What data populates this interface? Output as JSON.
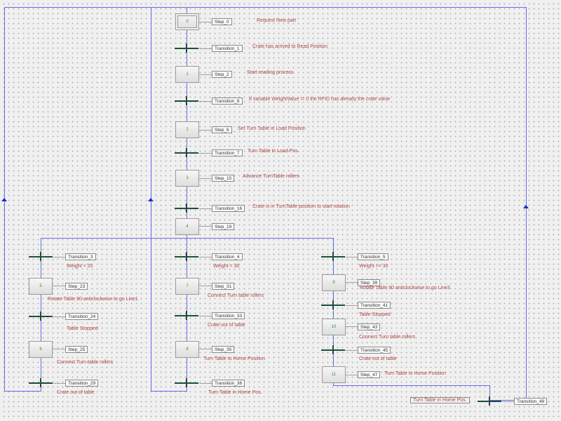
{
  "diagram": {
    "type": "SFC / Grafcet sequence",
    "colors": {
      "link": "#6a6ae8",
      "comment": "#b04545",
      "step_number": "#2a9a2a",
      "transition": "#1f4d40"
    },
    "steps": [
      {
        "id": "s0",
        "number": "0",
        "name": "Step_0",
        "comment": "Request New part",
        "initial": true
      },
      {
        "id": "s1",
        "number": "1",
        "name": "Step_2",
        "comment": "Start reading process"
      },
      {
        "id": "s2",
        "number": "2",
        "name": "Step_6",
        "comment": "Set Turn Table in Load Position"
      },
      {
        "id": "s3",
        "number": "3",
        "name": "Step_15",
        "comment": "Advance TurnTable rollers"
      },
      {
        "id": "s4",
        "number": "4",
        "name": "Step_19",
        "comment": ""
      },
      {
        "id": "s5",
        "number": "5",
        "name": "Step_23",
        "comment": "Rotate Table 90 anticlockwise to go Line1"
      },
      {
        "id": "s6",
        "number": "6",
        "name": "Step_25",
        "comment": "Connect Turn table rollers"
      },
      {
        "id": "s7",
        "number": "7",
        "name": "Step_31",
        "comment": "Connect Turn table rollers"
      },
      {
        "id": "s8",
        "number": "8",
        "name": "Step_35",
        "comment": "Turn Table to Home Position"
      },
      {
        "id": "s9",
        "number": "9",
        "name": "Step_39",
        "comment": "Rotate Table 90 anticlockwise to go Line3"
      },
      {
        "id": "s10",
        "number": "10",
        "name": "Step_43",
        "comment": "Connect Turn table rollers"
      },
      {
        "id": "s11",
        "number": "11",
        "name": "Step_47",
        "comment": "Turn Table to Home Position"
      }
    ],
    "transitions": [
      {
        "id": "t1",
        "name": "Transition_1",
        "comment": "Crate has arrived to Read Position"
      },
      {
        "id": "t8",
        "name": "Transition_8",
        "comment": "If variable WeightValue != 0 the RFID has already the crate value"
      },
      {
        "id": "t7",
        "name": "Transition_7",
        "comment": "Turn Table in Load Pos."
      },
      {
        "id": "t16",
        "name": "Transition_16",
        "comment": "Crate is in TurnTable position to start rotation"
      },
      {
        "id": "t3",
        "name": "Transition_3",
        "comment": "Weight <  20"
      },
      {
        "id": "t4",
        "name": "Transition_4",
        "comment": "Weight <  30"
      },
      {
        "id": "t5",
        "name": "Transition_5",
        "comment": "Weight >=  30"
      },
      {
        "id": "t24",
        "name": "Transition_24",
        "comment": "Table Stopped"
      },
      {
        "id": "t29",
        "name": "Transition_29",
        "comment": "Crate out of table"
      },
      {
        "id": "t33",
        "name": "Transition_33",
        "comment": "Crate out of table"
      },
      {
        "id": "t36",
        "name": "Transition_36",
        "comment": "Turn Table in Home Pos."
      },
      {
        "id": "t41",
        "name": "Transition_41",
        "comment": "Table Stopped"
      },
      {
        "id": "t45",
        "name": "Transition_45",
        "comment": "Crate out of table"
      },
      {
        "id": "t49",
        "name": "Transition_49",
        "comment": "Turn Table in Home Pos."
      }
    ]
  }
}
